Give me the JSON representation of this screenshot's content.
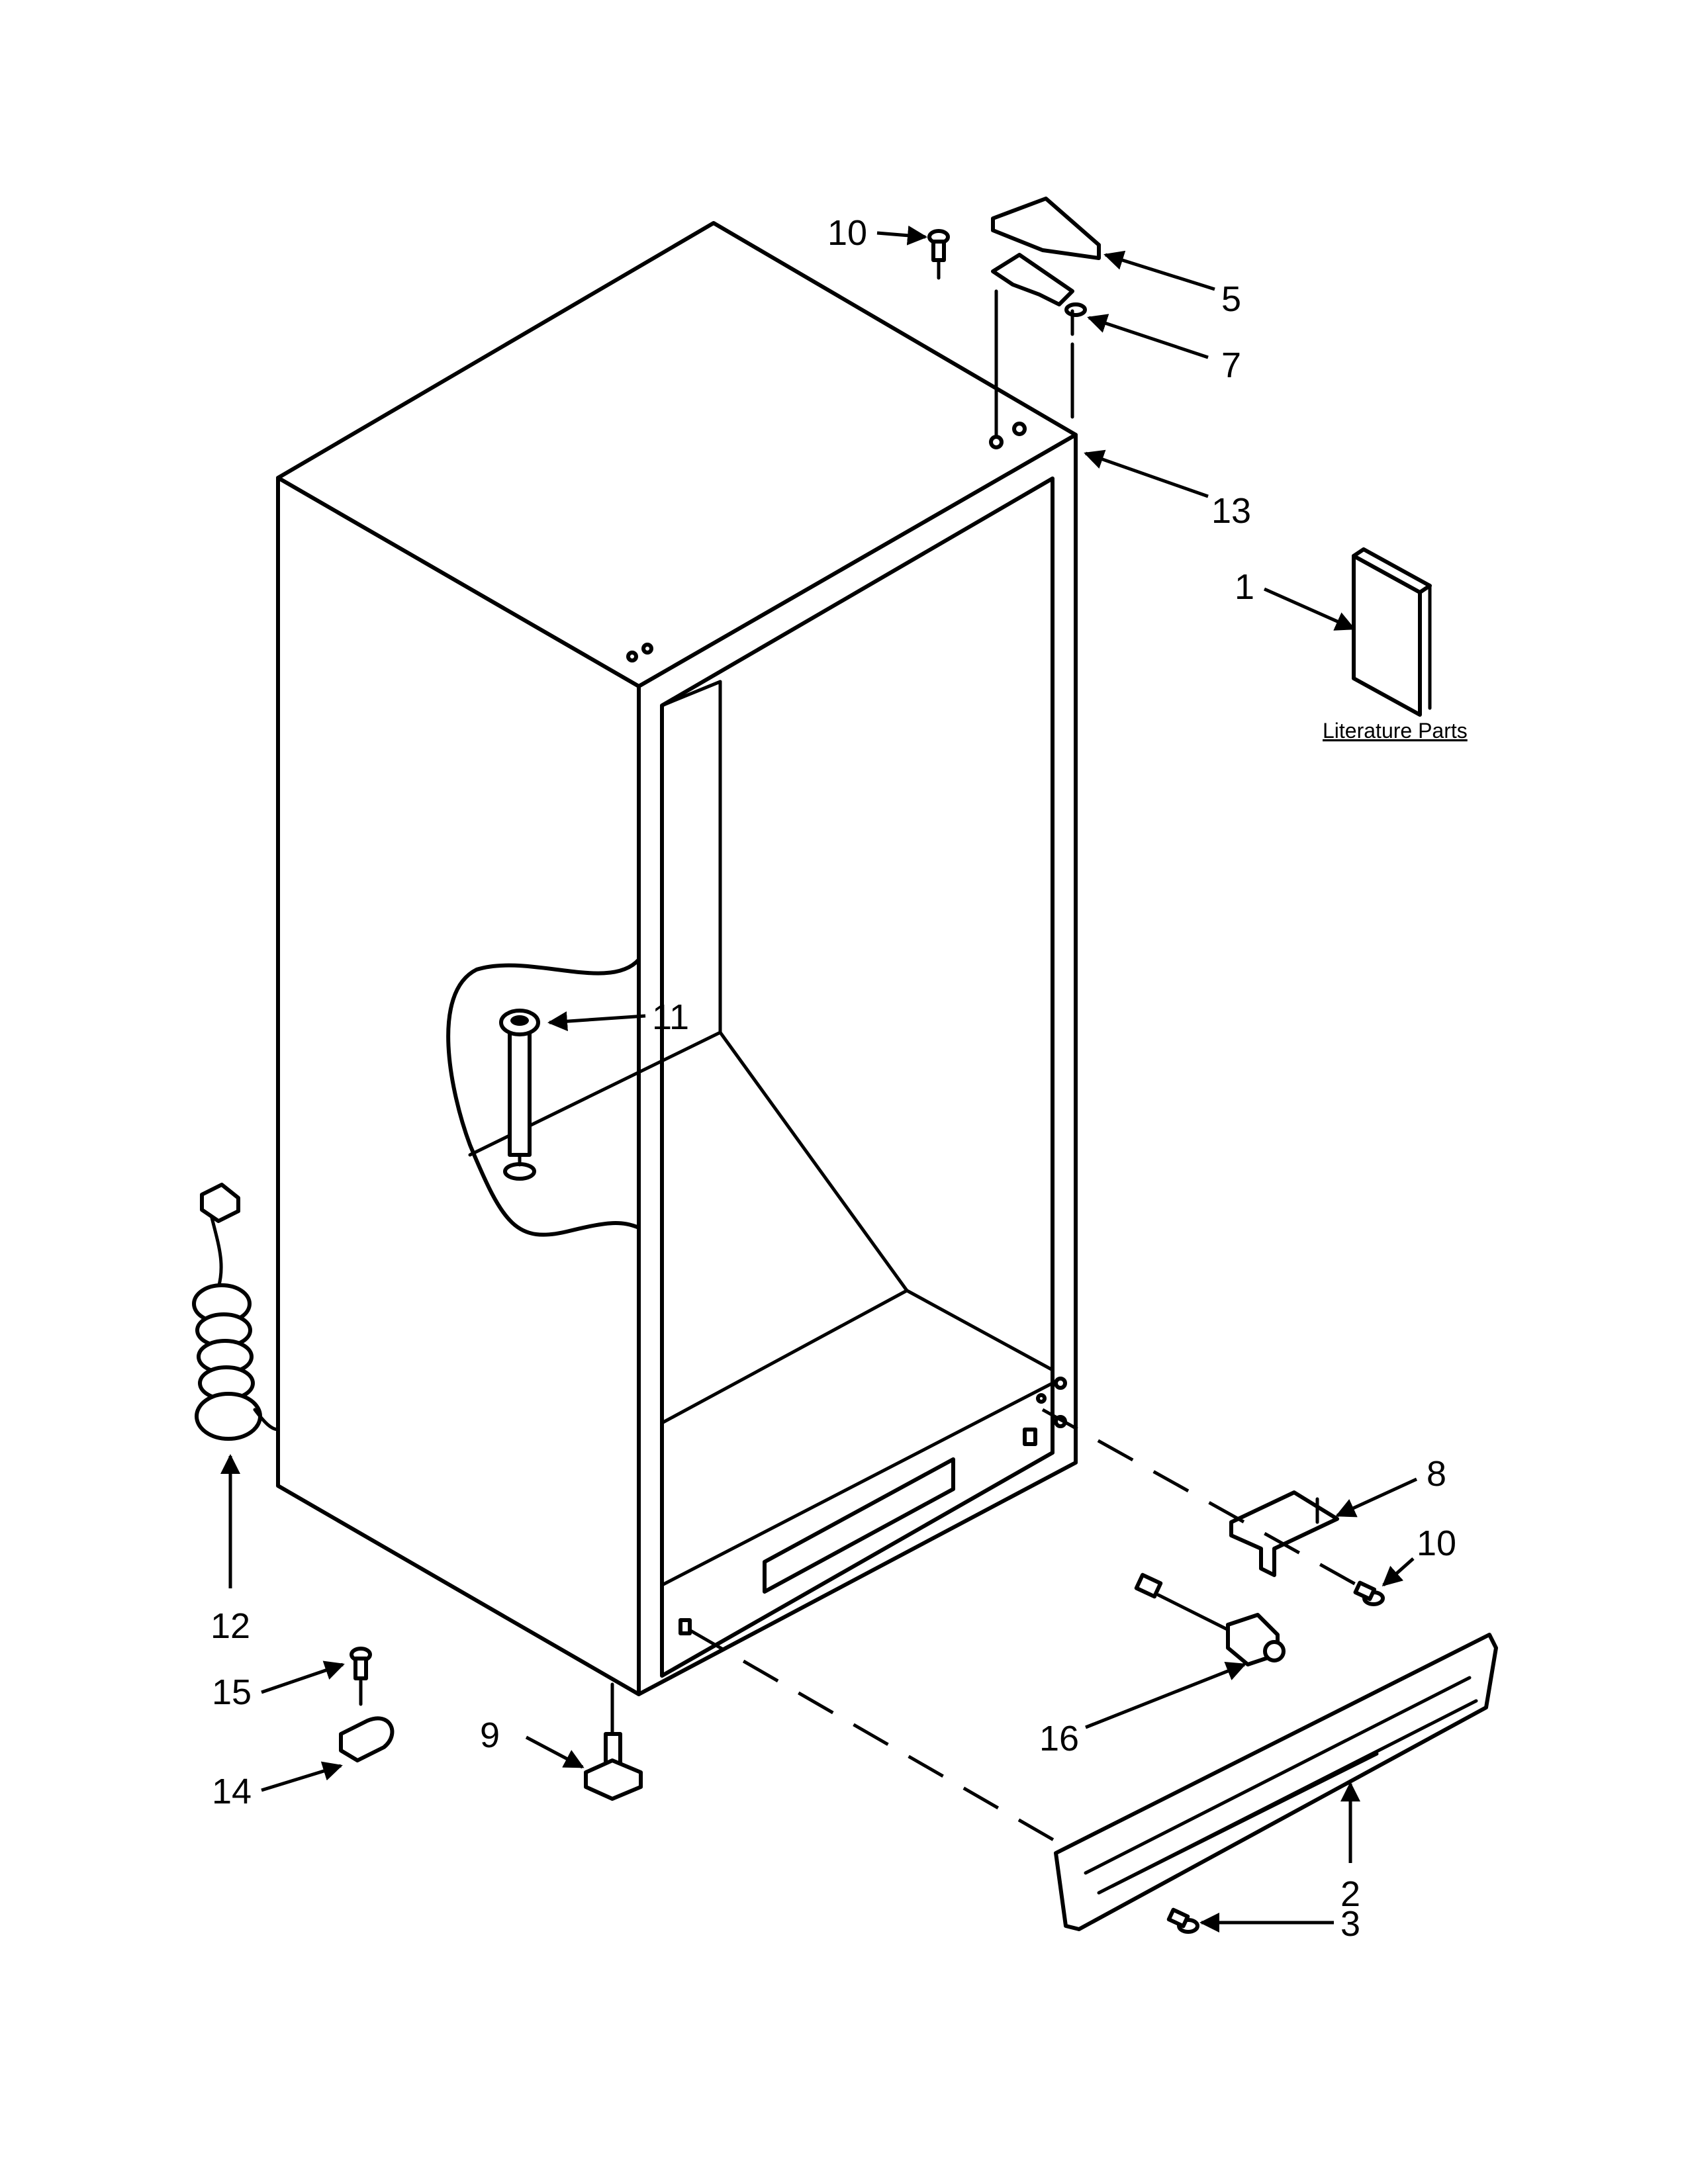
{
  "diagram": {
    "callouts": [
      "1",
      "2",
      "3",
      "5",
      "7",
      "8",
      "9",
      "10",
      "10",
      "11",
      "12",
      "13",
      "14",
      "15",
      "16"
    ],
    "caption": "Literature Parts"
  },
  "colors": {
    "line": "#000000",
    "background": "#ffffff"
  }
}
